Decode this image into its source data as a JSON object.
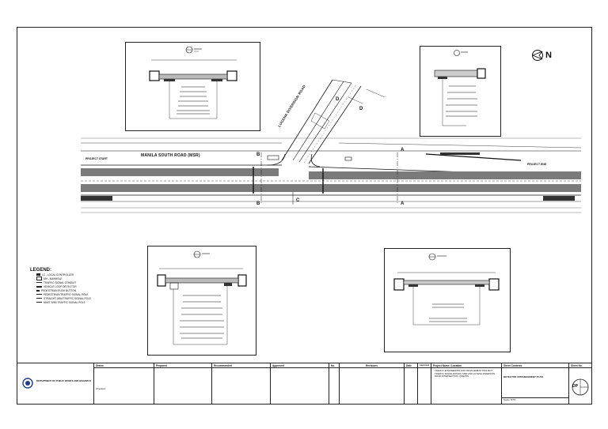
{
  "road": {
    "main_road_name": "MANILA SOUTH ROAD (MSR)",
    "side_road_name": "LUCENA DIVERSION ROAD",
    "match_line_left": "PROJECT START",
    "match_line_right": "PROJECT END",
    "section_marks": [
      "A",
      "B",
      "C",
      "D"
    ]
  },
  "north_arrow": {
    "label": "N"
  },
  "legend": {
    "title": "LEGEND:",
    "items": [
      "LC - LOCAL CONTROLLER",
      "MH - MANHOLE",
      "TRAFFIC SIGNAL CONDUIT",
      "VEHICLE LOOP DETECTOR",
      "PEDESTRIAN PUSH BUTTON",
      "PEDESTRIAN TRAFFIC SIGNAL POLE",
      "STRAIGHT ARM TRAFFIC SIGNAL POLE",
      "MAST ARM TRAFFIC SIGNAL POLE"
    ]
  },
  "title_block": {
    "agency": "DEPARTMENT OF PUBLIC WORKS AND HIGHWAYS",
    "designed_header": "Drawn",
    "designed_value": "Checked",
    "prepared_header": "Prepared",
    "recommended_header": "Recommended",
    "approved_header": "Approved",
    "no_header": "No.",
    "revisions_header": "Revisions",
    "date_header": "Date",
    "approve_header": "Approved",
    "project_header": "Project Name / Location",
    "project_text": "TRAFFIC ENGINEERING AND MANAGEMENT PROJECT, TRAFFIC SIGNALIZATION, MSR AND LUCENA DIVERSION ROAD INTERSECTION, QUEZON",
    "sheet_contents_header": "Sheet Contents",
    "sheet_contents_value": "DETECTOR ARRANGEMENT PLAN",
    "scale_label": "Scale: NTS",
    "sheet_no_header": "Sheet No.",
    "sheet_no_value": "DP"
  }
}
